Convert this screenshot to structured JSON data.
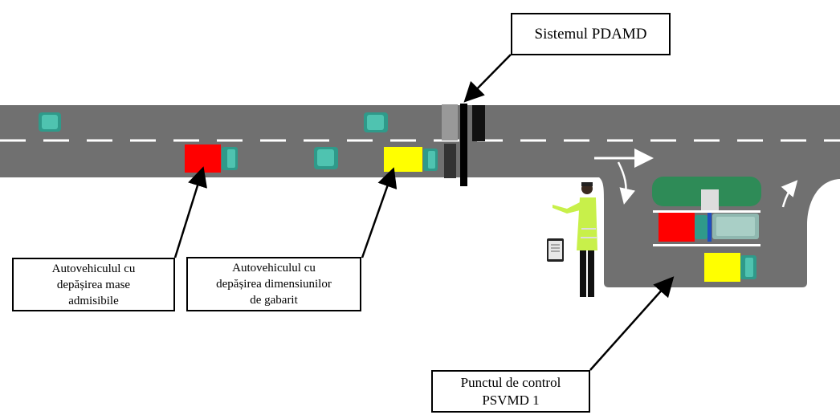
{
  "labels": {
    "system": "Sistemul PDAMD",
    "mass_vehicle": [
      "Autovehiculul cu",
      "depășirea mase",
      "admisibile"
    ],
    "dimension_vehicle": [
      "Autovehiculul cu",
      "depășirea dimensiunilor",
      "de gabarit"
    ],
    "control_point": [
      "Punctul de control",
      "PSVMD 1"
    ]
  },
  "colors": {
    "road": "#707070",
    "lane_mark": "#ffffff",
    "truck_cab": "#2f9a8a",
    "mass_cargo": "#ff0000",
    "dimension_cargo": "#ffff00",
    "platform_canopy": "#2e8b57",
    "officer_vest": "#c8f04a"
  },
  "icons": [
    "truck-icon",
    "traffic-officer-icon",
    "tablet-icon",
    "sensor-gantry-icon",
    "turn-arrow-icon"
  ]
}
